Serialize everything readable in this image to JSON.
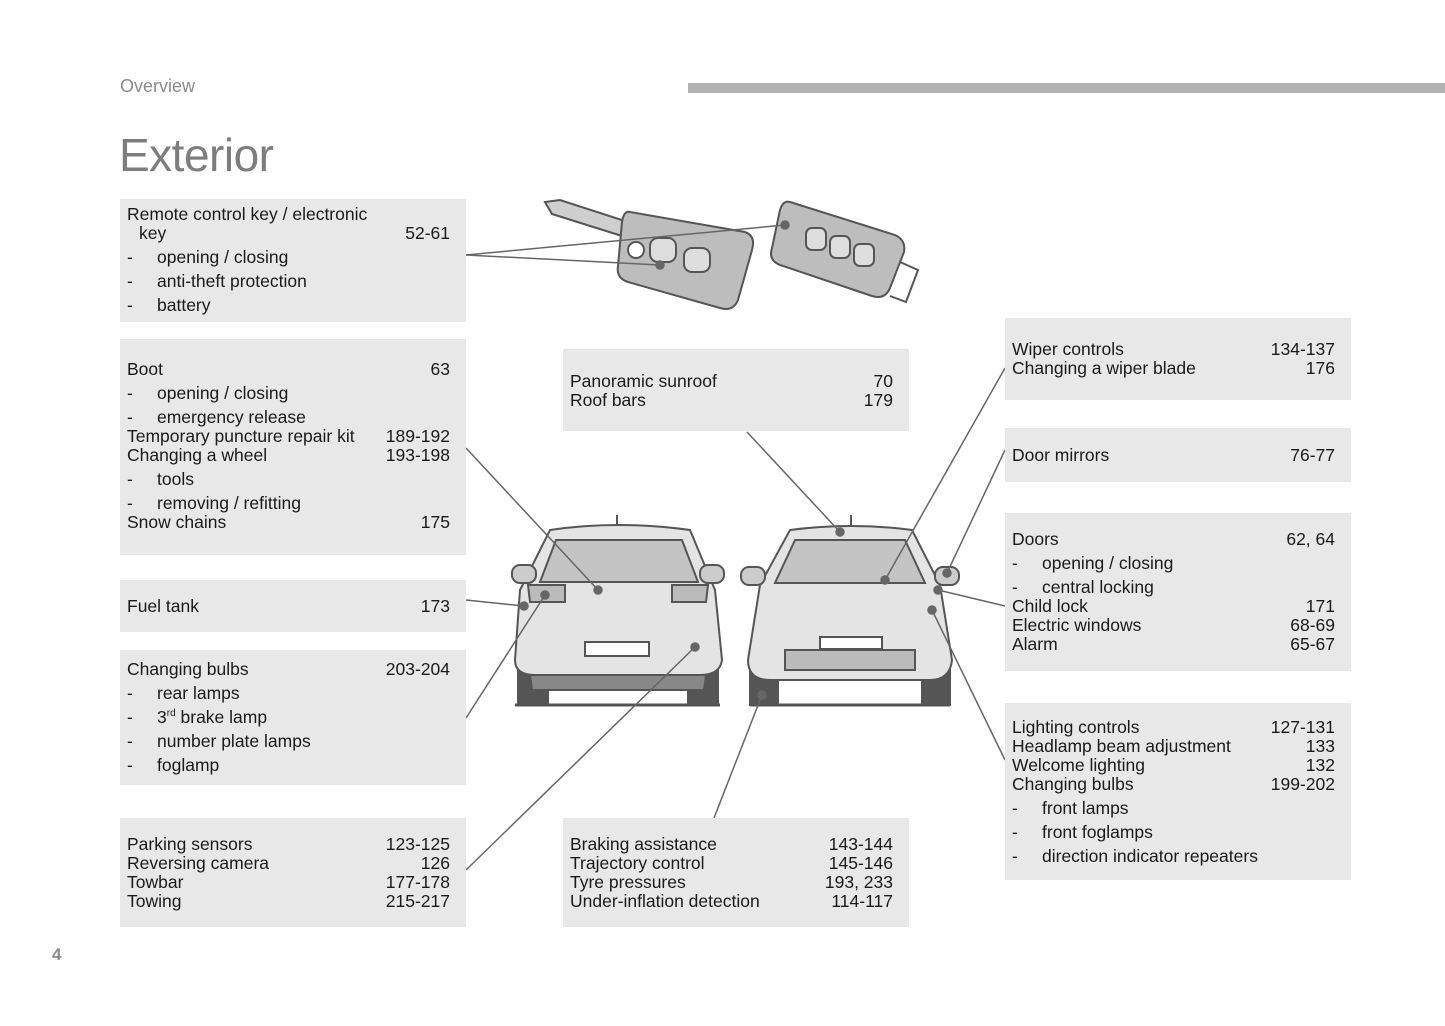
{
  "header": {
    "section": "Overview",
    "title": "Exterior"
  },
  "page_number": "4",
  "boxes": [
    {
      "id": "remote-key",
      "rows": [
        {
          "kind": "main",
          "label": "Remote control key / electronic",
          "page": ""
        },
        {
          "kind": "cont",
          "label": "key",
          "page": "52-61"
        },
        {
          "kind": "sub",
          "label": "opening / closing",
          "page": ""
        },
        {
          "kind": "sub",
          "label": "anti-theft protection",
          "page": ""
        },
        {
          "kind": "sub",
          "label": "battery",
          "page": ""
        }
      ]
    },
    {
      "id": "boot",
      "rows": [
        {
          "kind": "main",
          "label": "Boot",
          "page": "63"
        },
        {
          "kind": "sub",
          "label": "opening / closing",
          "page": ""
        },
        {
          "kind": "sub",
          "label": "emergency release",
          "page": ""
        },
        {
          "kind": "main",
          "label": "Temporary puncture repair kit",
          "page": "189-192"
        },
        {
          "kind": "main",
          "label": "Changing a wheel",
          "page": "193-198"
        },
        {
          "kind": "sub",
          "label": "tools",
          "page": ""
        },
        {
          "kind": "sub",
          "label": "removing / refitting",
          "page": ""
        },
        {
          "kind": "main",
          "label": "Snow chains",
          "page": "175"
        }
      ]
    },
    {
      "id": "fuel-tank",
      "rows": [
        {
          "kind": "main",
          "label": "Fuel tank",
          "page": "173"
        }
      ]
    },
    {
      "id": "changing-bulbs-rear",
      "rows": [
        {
          "kind": "main",
          "label": "Changing bulbs",
          "page": "203-204"
        },
        {
          "kind": "sub",
          "label": "rear lamps",
          "page": ""
        },
        {
          "kind": "sub",
          "label": "3",
          "sup": "rd",
          "post": " brake lamp",
          "page": ""
        },
        {
          "kind": "sub",
          "label": "number plate lamps",
          "page": ""
        },
        {
          "kind": "sub",
          "label": "foglamp",
          "page": ""
        }
      ]
    },
    {
      "id": "parking",
      "rows": [
        {
          "kind": "main",
          "label": "Parking sensors",
          "page": "123-125"
        },
        {
          "kind": "main",
          "label": "Reversing camera",
          "page": "126"
        },
        {
          "kind": "main",
          "label": "Towbar",
          "page": "177-178"
        },
        {
          "kind": "main",
          "label": "Towing",
          "page": "215-217"
        }
      ]
    },
    {
      "id": "sunroof",
      "rows": [
        {
          "kind": "main",
          "label": "Panoramic sunroof",
          "page": "70"
        },
        {
          "kind": "main",
          "label": "Roof bars",
          "page": "179"
        }
      ]
    },
    {
      "id": "braking",
      "rows": [
        {
          "kind": "main",
          "label": "Braking assistance",
          "page": "143-144"
        },
        {
          "kind": "main",
          "label": "Trajectory control",
          "page": "145-146"
        },
        {
          "kind": "main",
          "label": "Tyre pressures",
          "page": "193, 233"
        },
        {
          "kind": "main",
          "label": "Under-inflation detection",
          "page": "114-117"
        }
      ]
    },
    {
      "id": "wipers",
      "rows": [
        {
          "kind": "main",
          "label": "Wiper controls",
          "page": "134-137"
        },
        {
          "kind": "main",
          "label": "Changing a wiper blade",
          "page": "176"
        }
      ]
    },
    {
      "id": "mirrors",
      "rows": [
        {
          "kind": "main",
          "label": "Door mirrors",
          "page": "76-77"
        }
      ]
    },
    {
      "id": "doors",
      "rows": [
        {
          "kind": "main",
          "label": "Doors",
          "page": "62, 64"
        },
        {
          "kind": "sub",
          "label": "opening / closing",
          "page": ""
        },
        {
          "kind": "sub",
          "label": "central locking",
          "page": ""
        },
        {
          "kind": "main",
          "label": "Child lock",
          "page": "171"
        },
        {
          "kind": "main",
          "label": "Electric windows",
          "page": "68-69"
        },
        {
          "kind": "main",
          "label": "Alarm",
          "page": "65-67"
        }
      ]
    },
    {
      "id": "lighting",
      "rows": [
        {
          "kind": "main",
          "label": "Lighting controls",
          "page": "127-131"
        },
        {
          "kind": "main",
          "label": "Headlamp beam adjustment",
          "page": "133"
        },
        {
          "kind": "main",
          "label": "Welcome lighting",
          "page": "132"
        },
        {
          "kind": "main",
          "label": "Changing bulbs",
          "page": "199-202"
        },
        {
          "kind": "sub",
          "label": "front lamps",
          "page": ""
        },
        {
          "kind": "sub",
          "label": "front foglamps",
          "page": ""
        },
        {
          "kind": "sub",
          "label": "direction indicator repeaters",
          "page": ""
        }
      ]
    }
  ],
  "dash": "-"
}
